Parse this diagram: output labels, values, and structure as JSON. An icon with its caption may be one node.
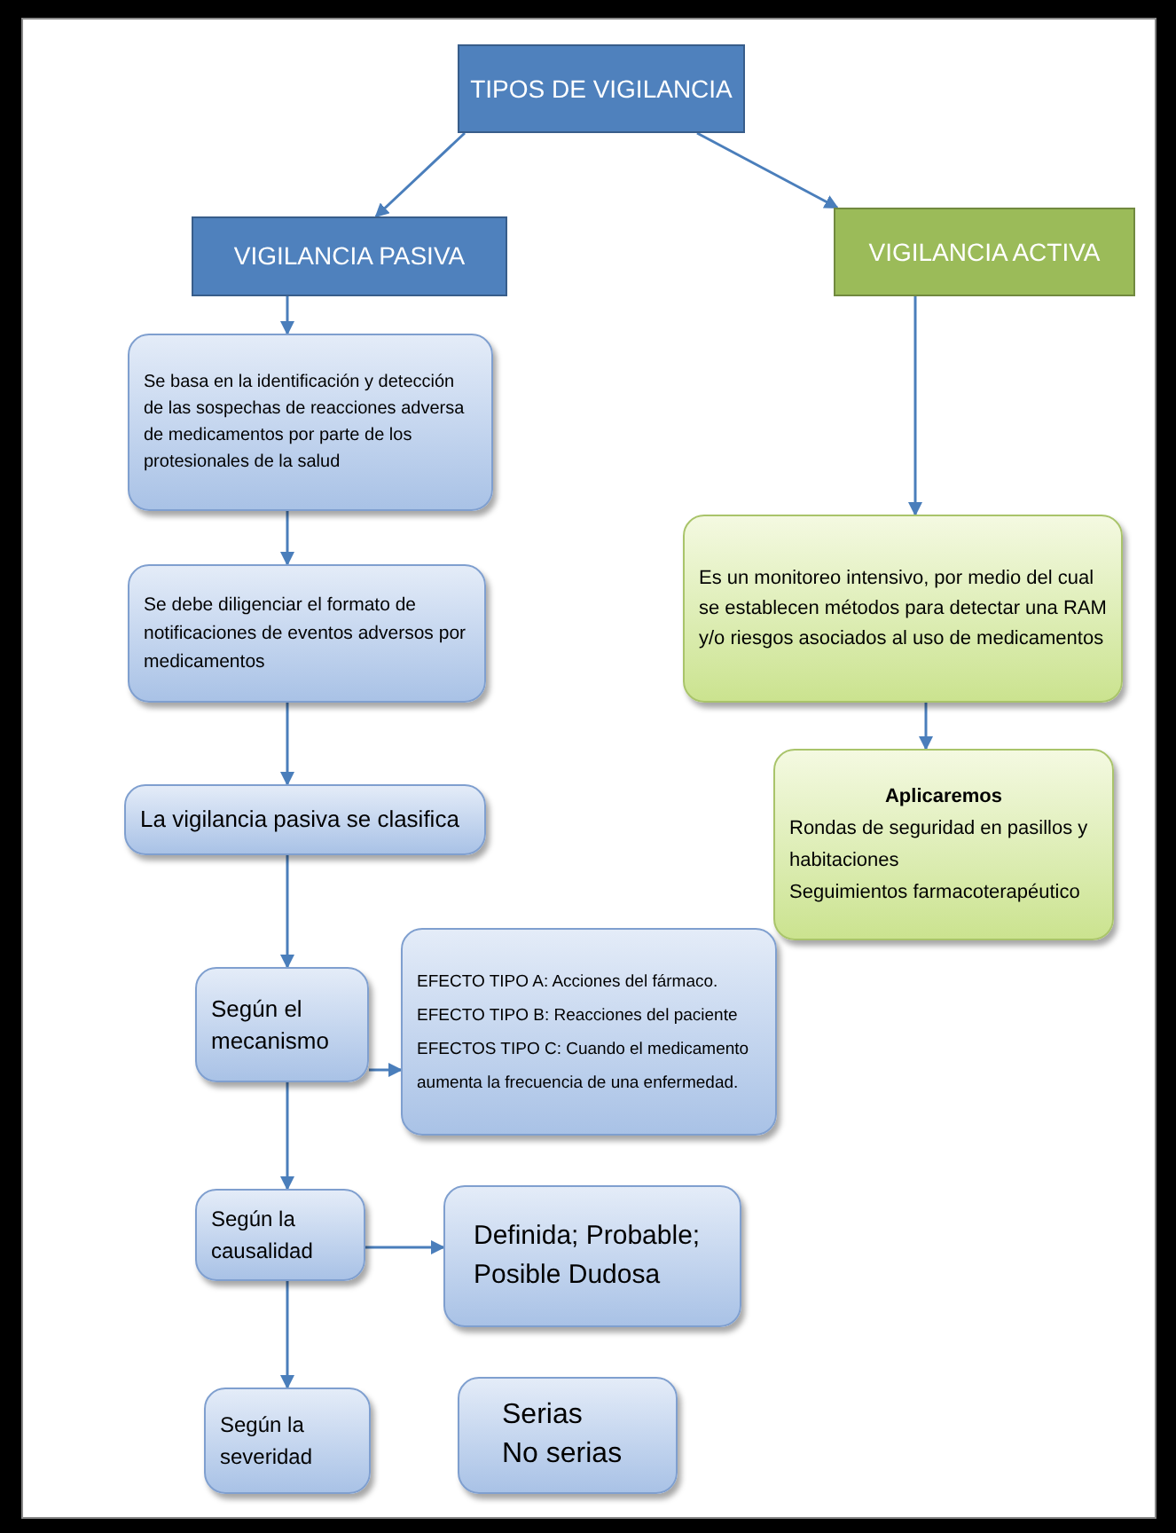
{
  "diagram": {
    "nodes": [
      {
        "text": [
          "TIPOS DE VIGILANCIA"
        ]
      },
      {
        "text": [
          "VIGILANCIA PASIVA"
        ]
      },
      {
        "text": [
          "VIGILANCIA ACTIVA"
        ]
      },
      {
        "text": [
          "Se basa en la identificación y detección de las sospechas de reacciones adversa de medicamentos por parte de los protesionales de la salud"
        ]
      },
      {
        "text": [
          "Se debe diligenciar el formato de notificaciones de eventos adversos por medicamentos"
        ]
      },
      {
        "text": [
          "La vigilancia pasiva se clasifica"
        ]
      },
      {
        "text": [
          "Según el mecanismo"
        ]
      },
      {
        "text": [
          "EFECTO TIPO A: Acciones del fármaco.",
          "EFECTO TIPO B: Reacciones del paciente",
          "EFECTOS TIPO C: Cuando el medicamento aumenta la frecuencia de una enfermedad."
        ]
      },
      {
        "text": [
          "Según la causalidad"
        ]
      },
      {
        "text": [
          "Definida; Probable; Posible Dudosa"
        ]
      },
      {
        "text": [
          "Según la severidad"
        ]
      },
      {
        "text": [
          "Serias",
          "No serias"
        ]
      },
      {
        "text": [
          "Es un monitoreo intensivo, por medio del cual se establecen métodos para detectar una RAM y/o riesgos asociados al uso de medicamentos"
        ]
      },
      {
        "text": [
          "Aplicaremos",
          "Rondas de seguridad en pasillos y habitaciones",
          "Seguimientos farmacoterapéutico"
        ]
      }
    ],
    "edges": [
      {
        "from": 0,
        "to": 1,
        "arrow": "to"
      },
      {
        "from": 0,
        "to": 2,
        "arrow": "to"
      },
      {
        "from": 1,
        "to": 3,
        "arrow": "to"
      },
      {
        "from": 3,
        "to": 4,
        "arrow": "to"
      },
      {
        "from": 4,
        "to": 5,
        "arrow": "to"
      },
      {
        "from": 5,
        "to": 6,
        "arrow": "to"
      },
      {
        "from": 6,
        "to": 7,
        "arrow": "to"
      },
      {
        "from": 6,
        "to": 8,
        "arrow": "to"
      },
      {
        "from": 8,
        "to": 9,
        "arrow": "to"
      },
      {
        "from": 8,
        "to": 10,
        "arrow": "to"
      },
      {
        "from": 2,
        "to": 12,
        "arrow": "to"
      },
      {
        "from": 12,
        "to": 13,
        "arrow": "to"
      }
    ]
  }
}
